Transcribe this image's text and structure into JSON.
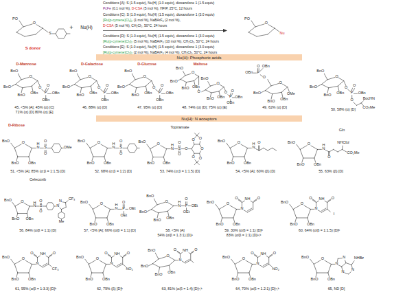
{
  "diagram": {
    "nodes": [
      {
        "text": [
          "Nu(H): Phosphoric acids"
        ]
      },
      {
        "text": [
          "Nu(H): N acceptors"
        ]
      }
    ],
    "labels": [
      "Conditions [A]:",
      "S (1.5 equiv), Nu(H) (1.0 equiv), dioxazolone 1 (1.5 equiv)",
      "PcFe",
      "(0.1 mol %),",
      "D-CSA",
      "(5 mol %), HFIP, 25°C, 12 hours",
      "Conditions [C]:",
      "S (1.0 equiv), Nu(H) (1.5 equiv), dioxazolone 1 (3.0 equiv)",
      "[Ru(p-cymene)Cl₂]₂",
      "(1 mol %), NaBArF₄ (2 mol %),",
      "D-CSA",
      "(5 mol %), CH₂Cl₂, 50°C, 24 hours",
      "Conditions [D]:",
      "S (1.0 equiv), Nu(H) (1.5 equiv), dioxazolone 1 (3.0 equiv)",
      "[Ru(p-cymene)Cl₂]₂",
      "(5 mol %), NaBArF₄ (10 mol %), CH₂Cl₂, 50°C, 24 hours",
      "Conditions [E]:",
      "S (1.0 equiv), Nu(H) (1.5 equiv), dioxazolone 1 (3.0 equiv)",
      "[Ru(p-cymene)Cl₂]₂",
      "(2 mol %), NaBArF₄ (4 mol %), CH₂Cl₂, 50°C, 24 hours",
      "PO",
      "O",
      "S",
      "S donor",
      "+",
      "Nu(H)",
      "PO",
      "O",
      "Nu",
      "D-Mannose",
      "D-Galactose",
      "D-Glucose",
      "Maltose",
      "BnO",
      "BnO",
      "BnO",
      "OBn",
      "O",
      "O",
      "P",
      "O",
      "OBn",
      "OBn",
      "45, <5% [A]; 45% (α) [C]",
      "71% (α) [D] 80% (α) [E]",
      "BnO",
      "BnO",
      "BnO",
      "OBn",
      "O",
      "O",
      "P",
      "O",
      "OBn",
      "OBn",
      "46, 88% (α) [D]",
      "BnO",
      "BnO",
      "BnO",
      "OBn",
      "O",
      "O",
      "P",
      "O",
      "OBn",
      "OBn",
      "47, 95% (α) [D]",
      "BnO",
      "BnO",
      "BnO",
      "OBn",
      "O",
      "BnO",
      "O",
      "BnO",
      "OBn",
      "O",
      "O",
      "P",
      "O",
      "OBn",
      "OBn",
      "48, 74% (α) [D]; 75% (α) [E]",
      "O",
      "BnO",
      "BnO",
      "OBn",
      "O",
      "P",
      "O",
      "OBn",
      "OBn",
      "OMe",
      "49, 62% (α) [D]",
      "BnO",
      "BnO",
      "BnO",
      "OBn",
      "O",
      "O",
      "P",
      "O",
      "OBn",
      "O",
      "BocHN",
      "CO₂Me",
      "50, 58% (α) [D]",
      "D-Ribose",
      "BnO",
      "O",
      "BnO",
      "OBn",
      "H",
      "N",
      "S",
      "O",
      "O",
      "OMe",
      "51, <5% [A]; 85% (α:β = 1:1.5) [D]",
      "BnO",
      "O",
      "BnO",
      "OBn",
      "H",
      "N",
      "S",
      "O",
      "O",
      "52, 68% (α:β = 1:2) [D]",
      "Topiramate",
      "BnO",
      "O",
      "BnO",
      "OBn",
      "H",
      "N",
      "S",
      "O",
      "O",
      "O",
      "O",
      "O",
      "O",
      "O",
      "O",
      "53, 74% (α:β = 1:1.5) [D]",
      "BnO",
      "O",
      "BnO",
      "OBn",
      "H",
      "N",
      "O",
      "54, <5% [A]; 60% (β) [D]",
      "Gln",
      "BnO",
      "O",
      "BnO",
      "OBn",
      "H",
      "N",
      "O",
      "NHCbz",
      "CO₂Me",
      "55, 63% (β) [D]",
      "Celecoxib",
      "BnO",
      "O",
      "BnO",
      "OBn",
      "H",
      "N",
      "S",
      "O",
      "O",
      "N",
      "N",
      "CF₃",
      "Me",
      "56, 84% (α/β = 1:1) [D]",
      "BnO",
      "O",
      "BnO",
      "OBn",
      "H",
      "N",
      "P",
      "O",
      "OEt",
      "OEt",
      "57, <5% [A]; 66% (α/β = 1:1) [D]",
      "BnO",
      "BnO",
      "BnO",
      "OBn",
      "O",
      "H",
      "N",
      "P",
      "O",
      "OEt",
      "OEt",
      "58, <5% [A]",
      "54% (α/β = 1.3:1) [D]ᵃ",
      "BnO",
      "O",
      "BnO",
      "OBn",
      "N",
      "O",
      "NH",
      "O",
      "59, 30% (α/β = 1:1) [D]ᵇ",
      "83% (α/β = 1:1) [D]ᵃ,ᵇ",
      "BnO",
      "O",
      "BnO",
      "OBn",
      "N",
      "O",
      "NH",
      "O",
      "I",
      "60, 64% (α/β = 1:1.5) [D]ᵇ",
      "BnO",
      "O",
      "BnO",
      "OBn",
      "N",
      "O",
      "NH",
      "O",
      "CF₃",
      "61, 95% (α/β = 1:3.3) [D]ᵇ",
      "BnO",
      "O",
      "BnO",
      "OBn",
      "N",
      "O",
      "NH",
      "O",
      "NO₂",
      "62, 79% (β) [D]ᵇ",
      "BnO",
      "BnO",
      "BnO",
      "OBn",
      "O",
      "N",
      "O",
      "NH",
      "O",
      "63, 81% (α/β = 1:4) [D]ᵃ,ᵇ",
      "BnO",
      "O",
      "BnO",
      "OBn",
      "N",
      "O",
      "NH",
      "O",
      "NO₂",
      "64, 70% (α/β = 1.2:1) [D]ᵃ,ᵇ",
      "BnO",
      "O",
      "BnO",
      "OBn",
      "N",
      "N",
      "N",
      "N",
      "NHBz",
      "65, ND [D]"
    ]
  }
}
